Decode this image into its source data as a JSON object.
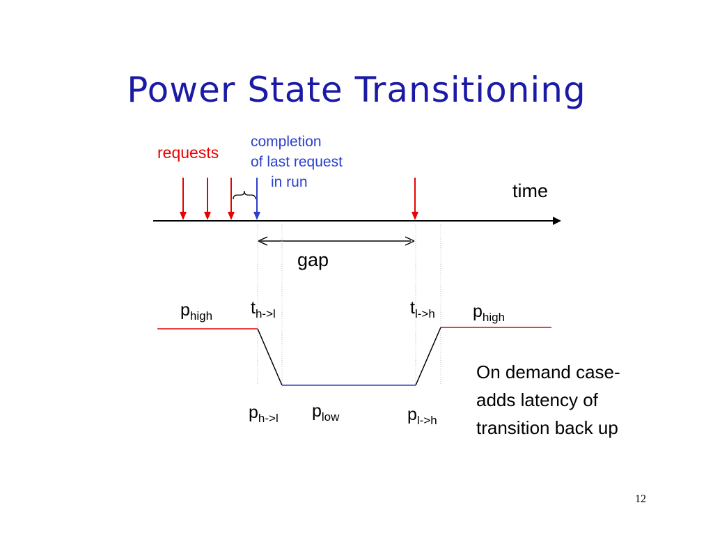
{
  "slide": {
    "title": "Power State Transitioning",
    "page_number": "12",
    "title_color": "#1a1aa6"
  },
  "timeline": {
    "requests_label": "requests",
    "completion_label_lines": [
      "completion",
      "of last request",
      "in run"
    ],
    "time_label": "time",
    "gap_label": "gap",
    "request_color": "#e60000",
    "completion_color": "#2a3fcc"
  },
  "power_profile": {
    "high_color": "#e60000",
    "low_color": "#2a3fcc",
    "p_high_left": {
      "base": "p",
      "sub": "high"
    },
    "p_high_right": {
      "base": "p",
      "sub": "high"
    },
    "t_h_to_l": {
      "base": "t",
      "sub": "h->l"
    },
    "t_l_to_h": {
      "base": "t",
      "sub": "l->h"
    },
    "p_h_to_l": {
      "base": "p",
      "sub": "h->l"
    },
    "p_low": {
      "base": "p",
      "sub": "low"
    },
    "p_l_to_h": {
      "base": "p",
      "sub": "l->h"
    }
  },
  "callout": {
    "lines": [
      "On demand case-",
      "adds latency of",
      "transition back up"
    ]
  }
}
